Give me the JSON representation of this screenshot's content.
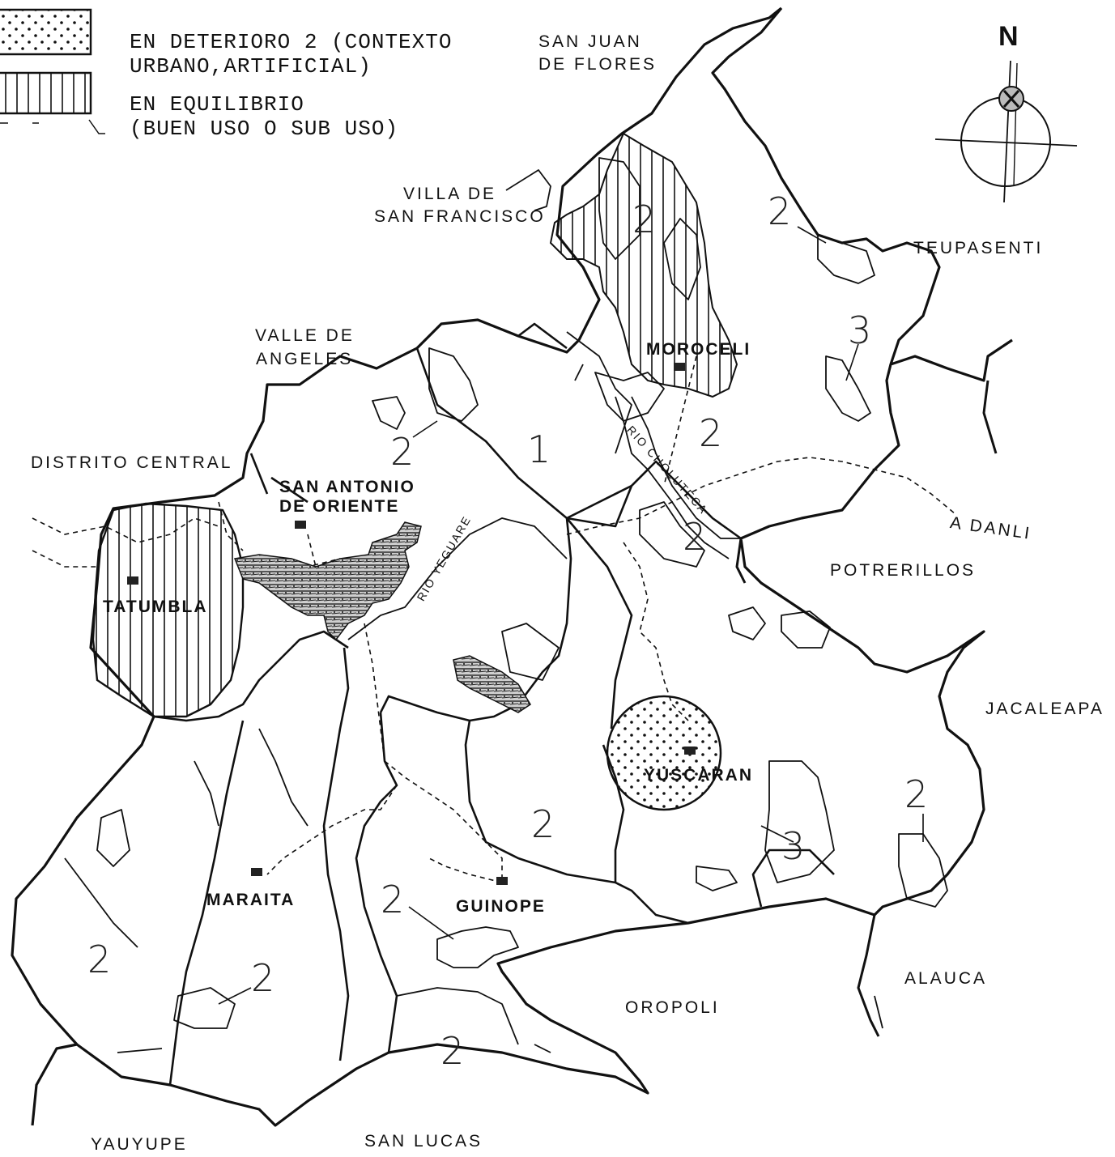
{
  "legend": {
    "items": [
      {
        "pattern": "dots",
        "line1": "EN DETERIORO 2 (CONTEXTO",
        "line2": "URBANO,ARTIFICIAL)"
      },
      {
        "pattern": "vertical-stripes",
        "line1": "EN EQUILIBRIO",
        "line2": "(BUEN USO O SUB USO)"
      }
    ]
  },
  "north_arrow": {
    "label": "N"
  },
  "neighbors": {
    "san_juan_1": "SAN JUAN",
    "san_juan_2": "DE FLORES",
    "villa_1": "VILLA DE",
    "villa_2": "SAN FRANCISCO",
    "teupasenti": "TEUPASENTI",
    "valle_1": "VALLE DE",
    "valle_2": "ANGELES",
    "distrito": "DISTRITO CENTRAL",
    "a_danli": "A DANLI",
    "potrerillos": "POTRERILLOS",
    "jacaleapa": "JACALEAPA",
    "alauca": "ALAUCA",
    "oropoli": "OROPOLI",
    "yauyupe": "YAUYUPE",
    "san_lucas": "SAN LUCAS"
  },
  "towns": {
    "moroceli": "MOROCELI",
    "san_antonio_1": "SAN ANTONIO",
    "san_antonio_2": "DE ORIENTE",
    "tatumbla": "TATUMBLA",
    "yuscaran": "YUSCARAN",
    "maraita": "MARAITA",
    "guinope": "GUINOPE"
  },
  "rivers": {
    "rio_choluteca": "RIO CHOLUTECA",
    "rio_yeguare": "RIO YEGUARE"
  },
  "zones": [
    "2",
    "2",
    "3",
    "2",
    "1",
    "2",
    "2",
    "2",
    "3",
    "2",
    "2",
    "2",
    "2",
    "2"
  ]
}
